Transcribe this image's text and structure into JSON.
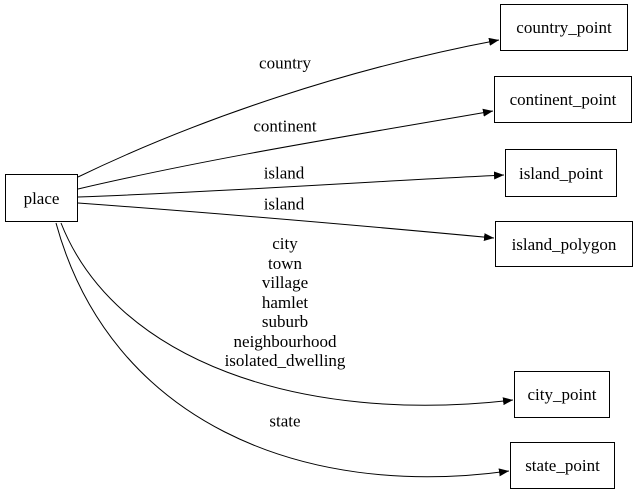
{
  "diagram": {
    "type": "directed-graph",
    "background_color": "#ffffff",
    "stroke_color": "#000000",
    "nodes": [
      {
        "id": "place",
        "label": "place"
      },
      {
        "id": "country_point",
        "label": "country_point"
      },
      {
        "id": "continent_point",
        "label": "continent_point"
      },
      {
        "id": "island_point",
        "label": "island_point"
      },
      {
        "id": "island_polygon",
        "label": "island_polygon"
      },
      {
        "id": "city_point",
        "label": "city_point"
      },
      {
        "id": "state_point",
        "label": "state_point"
      }
    ],
    "edges": [
      {
        "from": "place",
        "to": "country_point",
        "label": "country"
      },
      {
        "from": "place",
        "to": "continent_point",
        "label": "continent"
      },
      {
        "from": "place",
        "to": "island_point",
        "label": "island"
      },
      {
        "from": "place",
        "to": "island_polygon",
        "label": "island"
      },
      {
        "from": "place",
        "to": "city_point",
        "label_lines": [
          "city",
          "town",
          "village",
          "hamlet",
          "suburb",
          "neighbourhood",
          "isolated_dwelling"
        ]
      },
      {
        "from": "place",
        "to": "state_point",
        "label": "state"
      }
    ]
  }
}
